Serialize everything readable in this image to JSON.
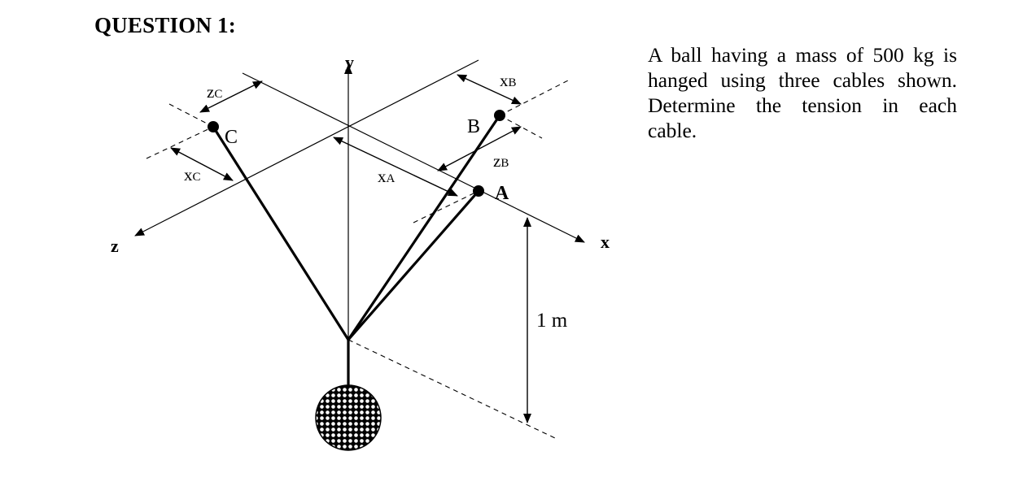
{
  "heading": "QUESTION 1:",
  "problem_lines": [
    "A ball having a mass of 500 kg is",
    "hanged using three cables shown.",
    "Determine the tension in each",
    "cable."
  ],
  "diagram": {
    "axis_labels": {
      "x": "x",
      "y": "y",
      "z": "z"
    },
    "points": {
      "A": "A",
      "B": "B",
      "C": "C"
    },
    "dims": {
      "xA": {
        "main": "x",
        "sub": "A"
      },
      "xB": {
        "main": "x",
        "sub": "B"
      },
      "xC": {
        "main": "x",
        "sub": "C"
      },
      "zB": {
        "main": "z",
        "sub": "B"
      },
      "zC": {
        "main": "z",
        "sub": "C"
      }
    },
    "height_label": "1 m"
  }
}
